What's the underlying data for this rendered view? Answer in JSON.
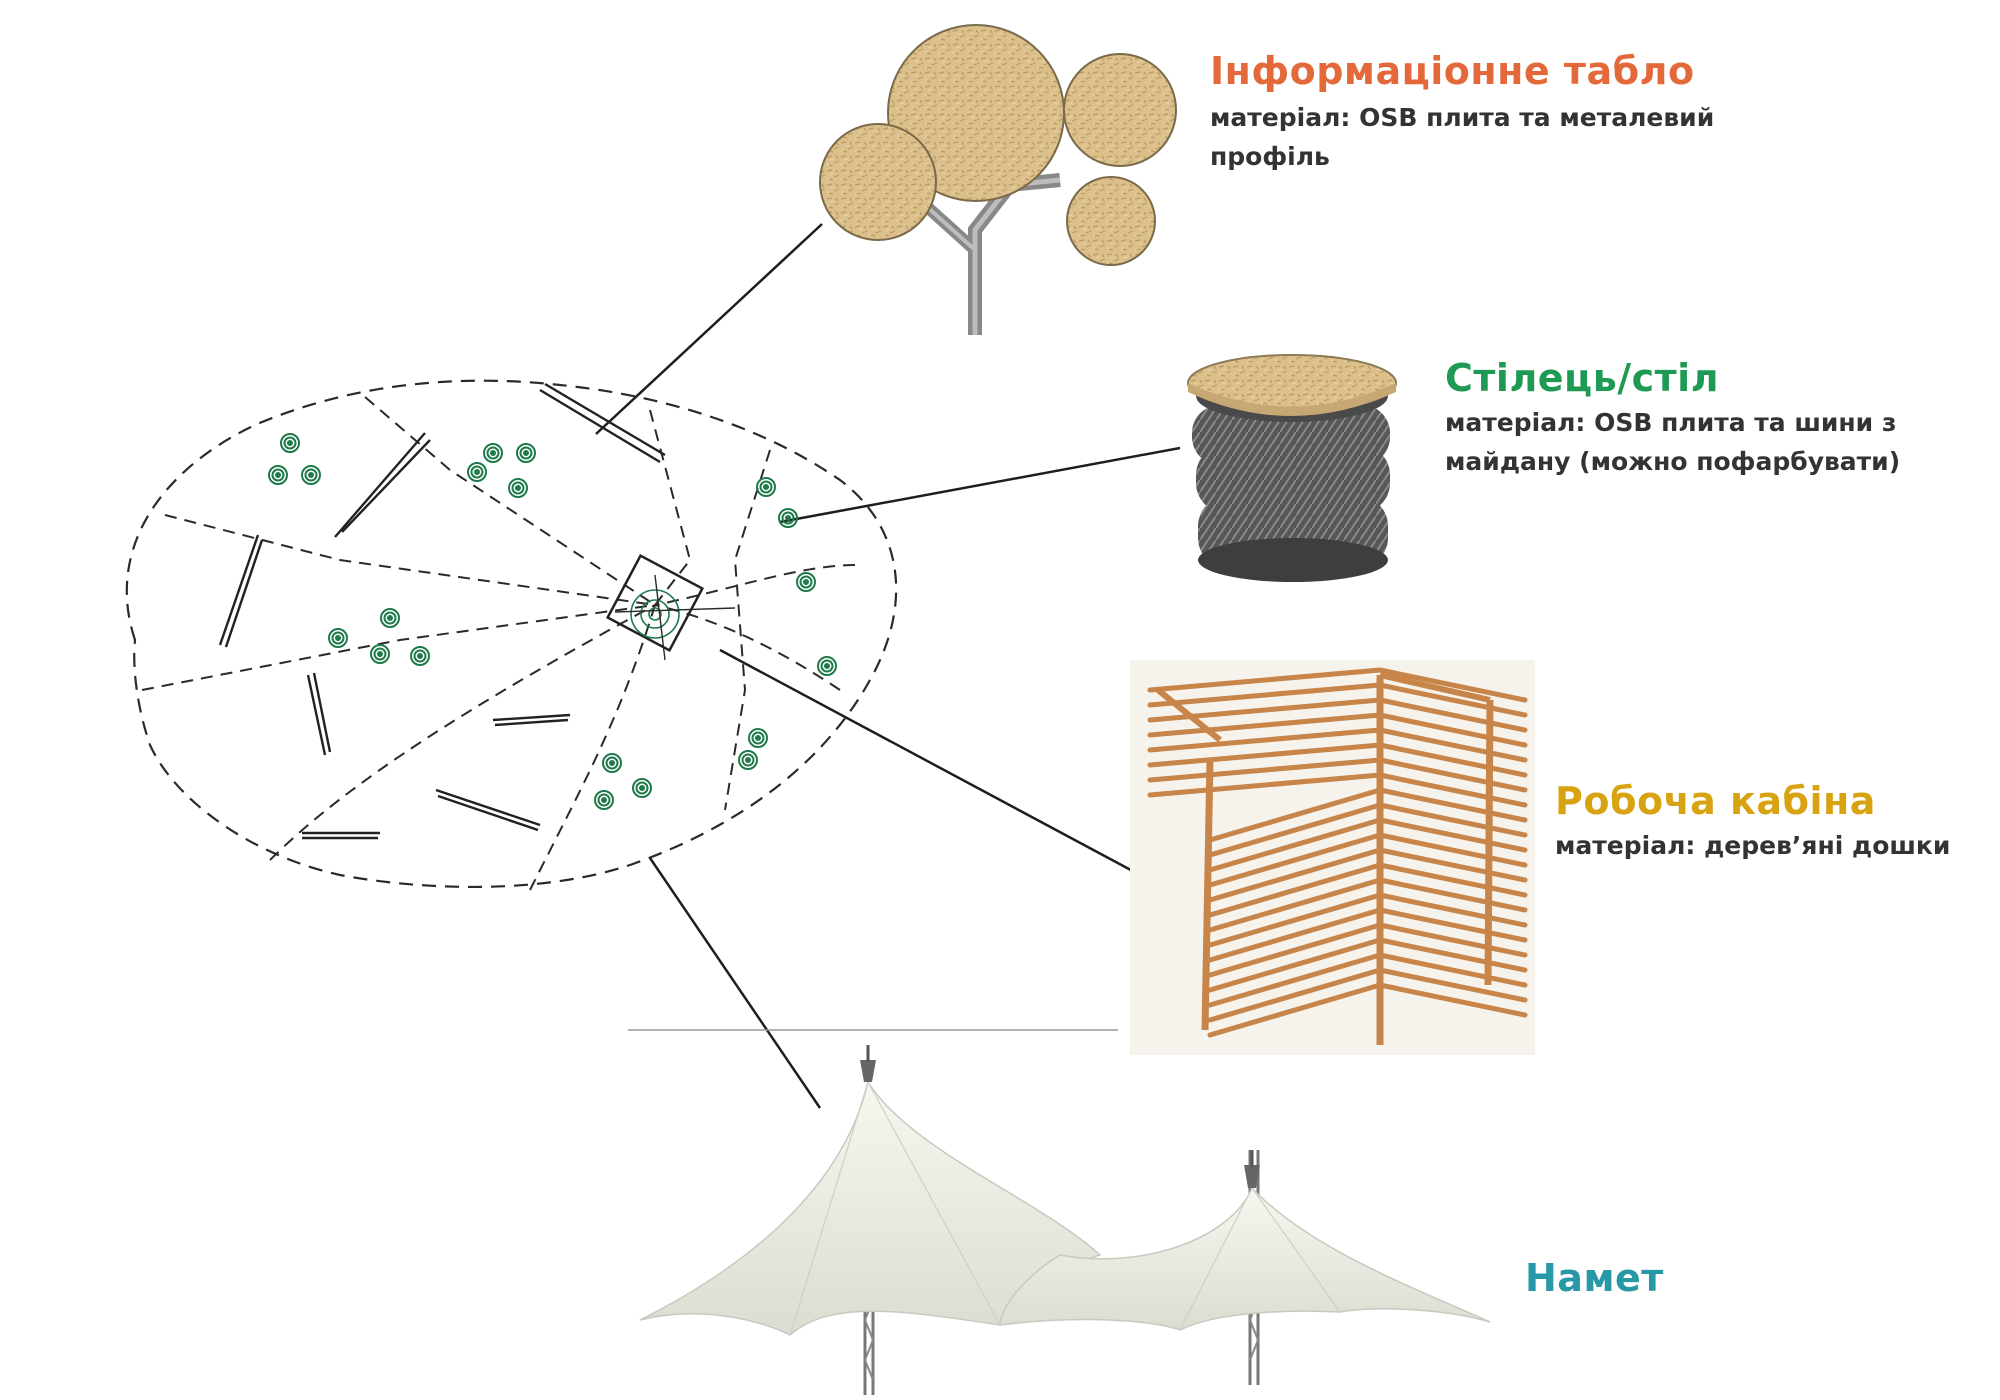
{
  "colors": {
    "info": "#e3693b",
    "chair": "#1f9a55",
    "cabin": "#d8a312",
    "tent": "#2798a6",
    "osb": "#d9bc86",
    "wood": "#c8854a",
    "steel": "#9a9a9a",
    "tire": "#4a4a4a",
    "canvas": "#ecece4",
    "line": "#1e1e1e",
    "plan_mark": "#1e7a4a"
  },
  "icons": [
    "osb-tree-board-icon",
    "tire-stool-icon",
    "wooden-cabin-icon",
    "tent-canopy-icon",
    "site-plan-diagram"
  ],
  "items": {
    "info": {
      "title": "Інформаціонне табло",
      "desc1": "матеріал: OSB плита та металевий",
      "desc2": "профіль"
    },
    "chair": {
      "title": "Стілець/стіл",
      "desc1": "матеріал: OSB плита та шини з",
      "desc2": "майдану (можно пофарбувати)"
    },
    "cabin": {
      "title": "Робоча кабіна",
      "desc1": "матеріал: дерев’яні дошки"
    },
    "tent": {
      "title": "Намет"
    }
  }
}
